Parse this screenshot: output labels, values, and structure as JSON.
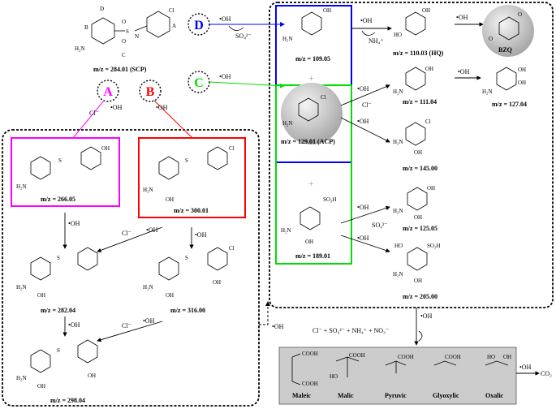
{
  "parent": {
    "mz": "m/z = 284.01 (SCP)",
    "sites": [
      "A",
      "B",
      "C",
      "D"
    ]
  },
  "pathways": {
    "A": {
      "letter": "A",
      "color": "#ff00ff"
    },
    "B": {
      "letter": "B",
      "color": "#ff0000"
    },
    "C": {
      "letter": "C",
      "color": "#00dd00"
    },
    "D": {
      "letter": "D",
      "color": "#0000ff"
    }
  },
  "radical": "•OH",
  "chloride": "Cl⁻",
  "sulfate": "SO₄²⁻",
  "ammonium": "NH₄⁺",
  "products": {
    "p109": "m/z = 109.05",
    "p110": "m/z = 110.03 (HQ)",
    "bzq": "BZQ",
    "p111": "m/z = 111.04",
    "p127": "m/z = 127.04",
    "p129": "m/z = 129.01 (ACP)",
    "p145": "m/z = 145.00",
    "p189": "m/z = 189.01",
    "p125": "m/z = 125.05",
    "p205": "m/z = 205.00",
    "p266": "m/z = 266.05",
    "p300": "m/z = 300.01",
    "p282": "m/z = 282.04",
    "p316": "m/z = 316.00",
    "p298": "m/z = 298.04"
  },
  "mineral_ions": "Cl⁻ + SO₄²⁻ + NH₄⁺ + NO₃⁻",
  "acids": [
    "Maleic",
    "Malic",
    "Pyruvic",
    "Glyoxylic",
    "Oxalic"
  ],
  "final": "CO₂",
  "colors": {
    "blue": "#0000ff",
    "green": "#00dd00",
    "magenta": "#ff00ff",
    "red": "#ff0000",
    "acidbox": "#cccccc",
    "sphere": "#bbbbbb"
  }
}
